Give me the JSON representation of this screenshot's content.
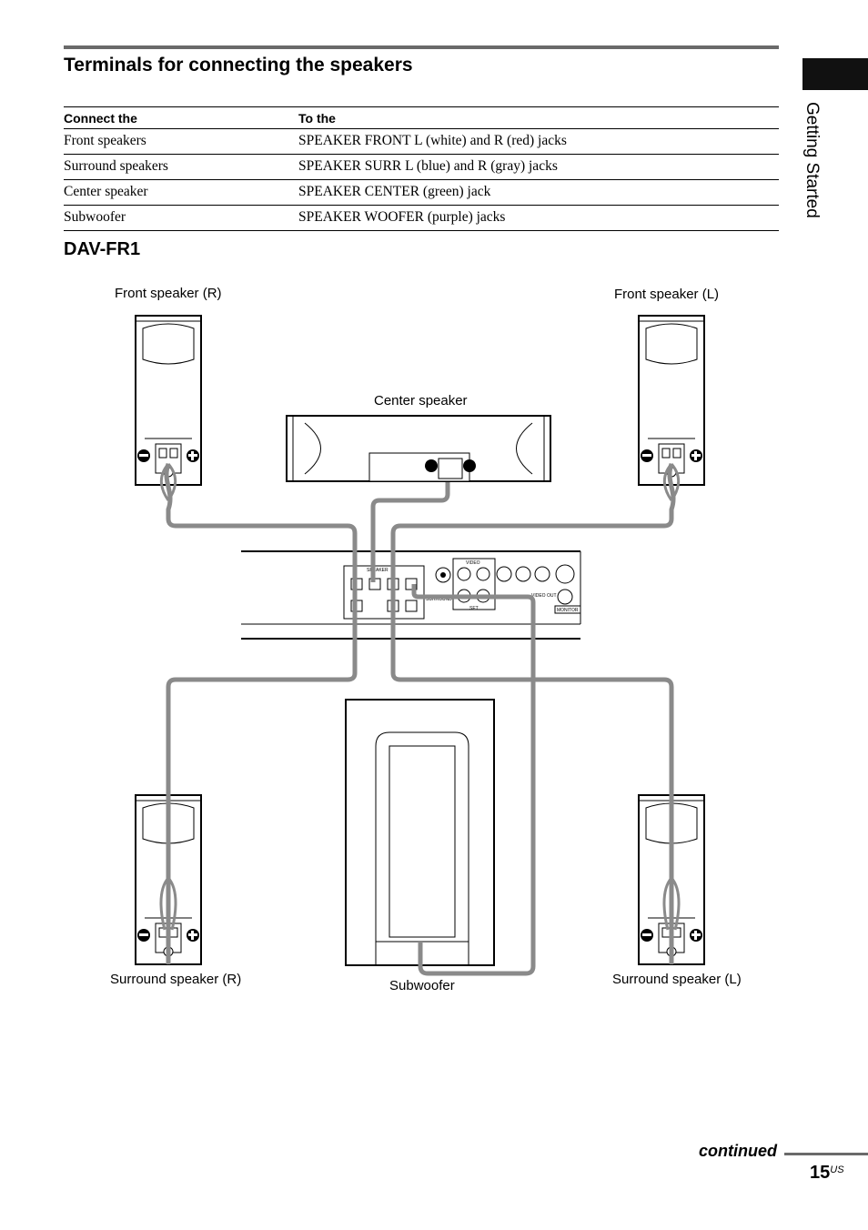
{
  "section_title": "Terminals for connecting the speakers",
  "side_tab": "Getting Started",
  "table": {
    "headers": [
      "Connect the",
      "To the"
    ],
    "rows": [
      [
        "Front speakers",
        "SPEAKER FRONT L (white) and R (red) jacks"
      ],
      [
        "Surround speakers",
        "SPEAKER SURR L (blue) and R (gray) jacks"
      ],
      [
        "Center speaker",
        "SPEAKER CENTER (green) jack"
      ],
      [
        "Subwoofer",
        "SPEAKER WOOFER (purple) jacks"
      ]
    ]
  },
  "model": "DAV-FR1",
  "diagram": {
    "front_right": "Front speaker (R)",
    "front_left": "Front speaker (L)",
    "center": "Center speaker",
    "surround_right": "Surround speaker (R)",
    "surround_left": "Surround speaker (L)",
    "subwoofer": "Subwoofer",
    "panel_labels": {
      "speaker": "SPEAKER",
      "video": "VIDEO",
      "set": "SET",
      "surround": "SURROUND",
      "monitor": "MONITOR",
      "video_out": "VIDEO OUT"
    }
  },
  "footer": {
    "continued": "continued",
    "page_number": "15",
    "page_suffix": "US"
  }
}
